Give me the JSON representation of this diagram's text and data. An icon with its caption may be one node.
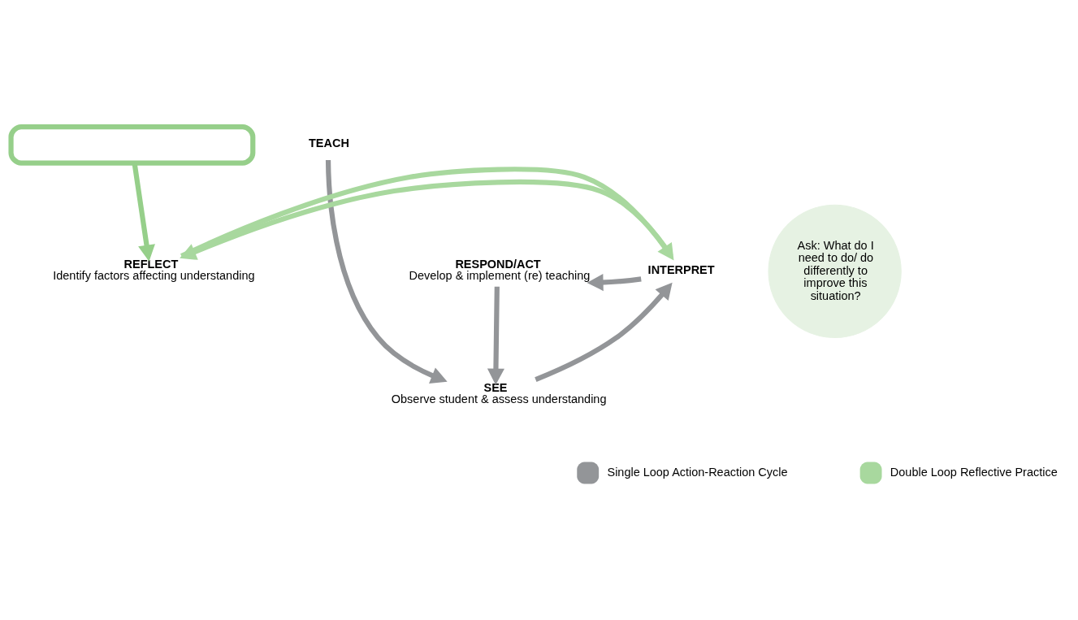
{
  "diagram": {
    "nodes": [
      {
        "text": [],
        "shape": "box"
      },
      {
        "text": [
          "TEACH"
        ]
      },
      {
        "text": [
          "SEE",
          "Observe student & assess understanding"
        ]
      },
      {
        "text": [
          "INTERPRET"
        ]
      },
      {
        "text": [
          "RESPOND/ACT",
          "Develop & implement (re) teaching"
        ]
      },
      {
        "text": [
          "Ask: What do I need to do/ do differently to improve this situation?"
        ]
      },
      {
        "text": [
          "REFLECT",
          "Identify factors affecting understanding"
        ]
      }
    ],
    "edges": [
      {
        "from": 1,
        "to": 2,
        "arrow": "to"
      },
      {
        "from": 2,
        "to": 3,
        "arrow": "to"
      },
      {
        "from": 3,
        "to": 4,
        "arrow": "to"
      },
      {
        "from": 4,
        "to": 2,
        "arrow": "to"
      },
      {
        "from": 3,
        "to": 6,
        "arrow": "to",
        "color": "#a8d89e"
      },
      {
        "from": 6,
        "to": 3,
        "arrow": "to",
        "color": "#a8d89e"
      },
      {
        "from": 0,
        "to": 6,
        "arrow": "to",
        "color": "#96cf8a"
      }
    ],
    "legend": [
      {
        "text": "Single Loop Action-Reaction Cycle",
        "color": "#939598"
      },
      {
        "text": "Double Loop Reflective Practice",
        "color": "#a8d89e"
      }
    ]
  }
}
